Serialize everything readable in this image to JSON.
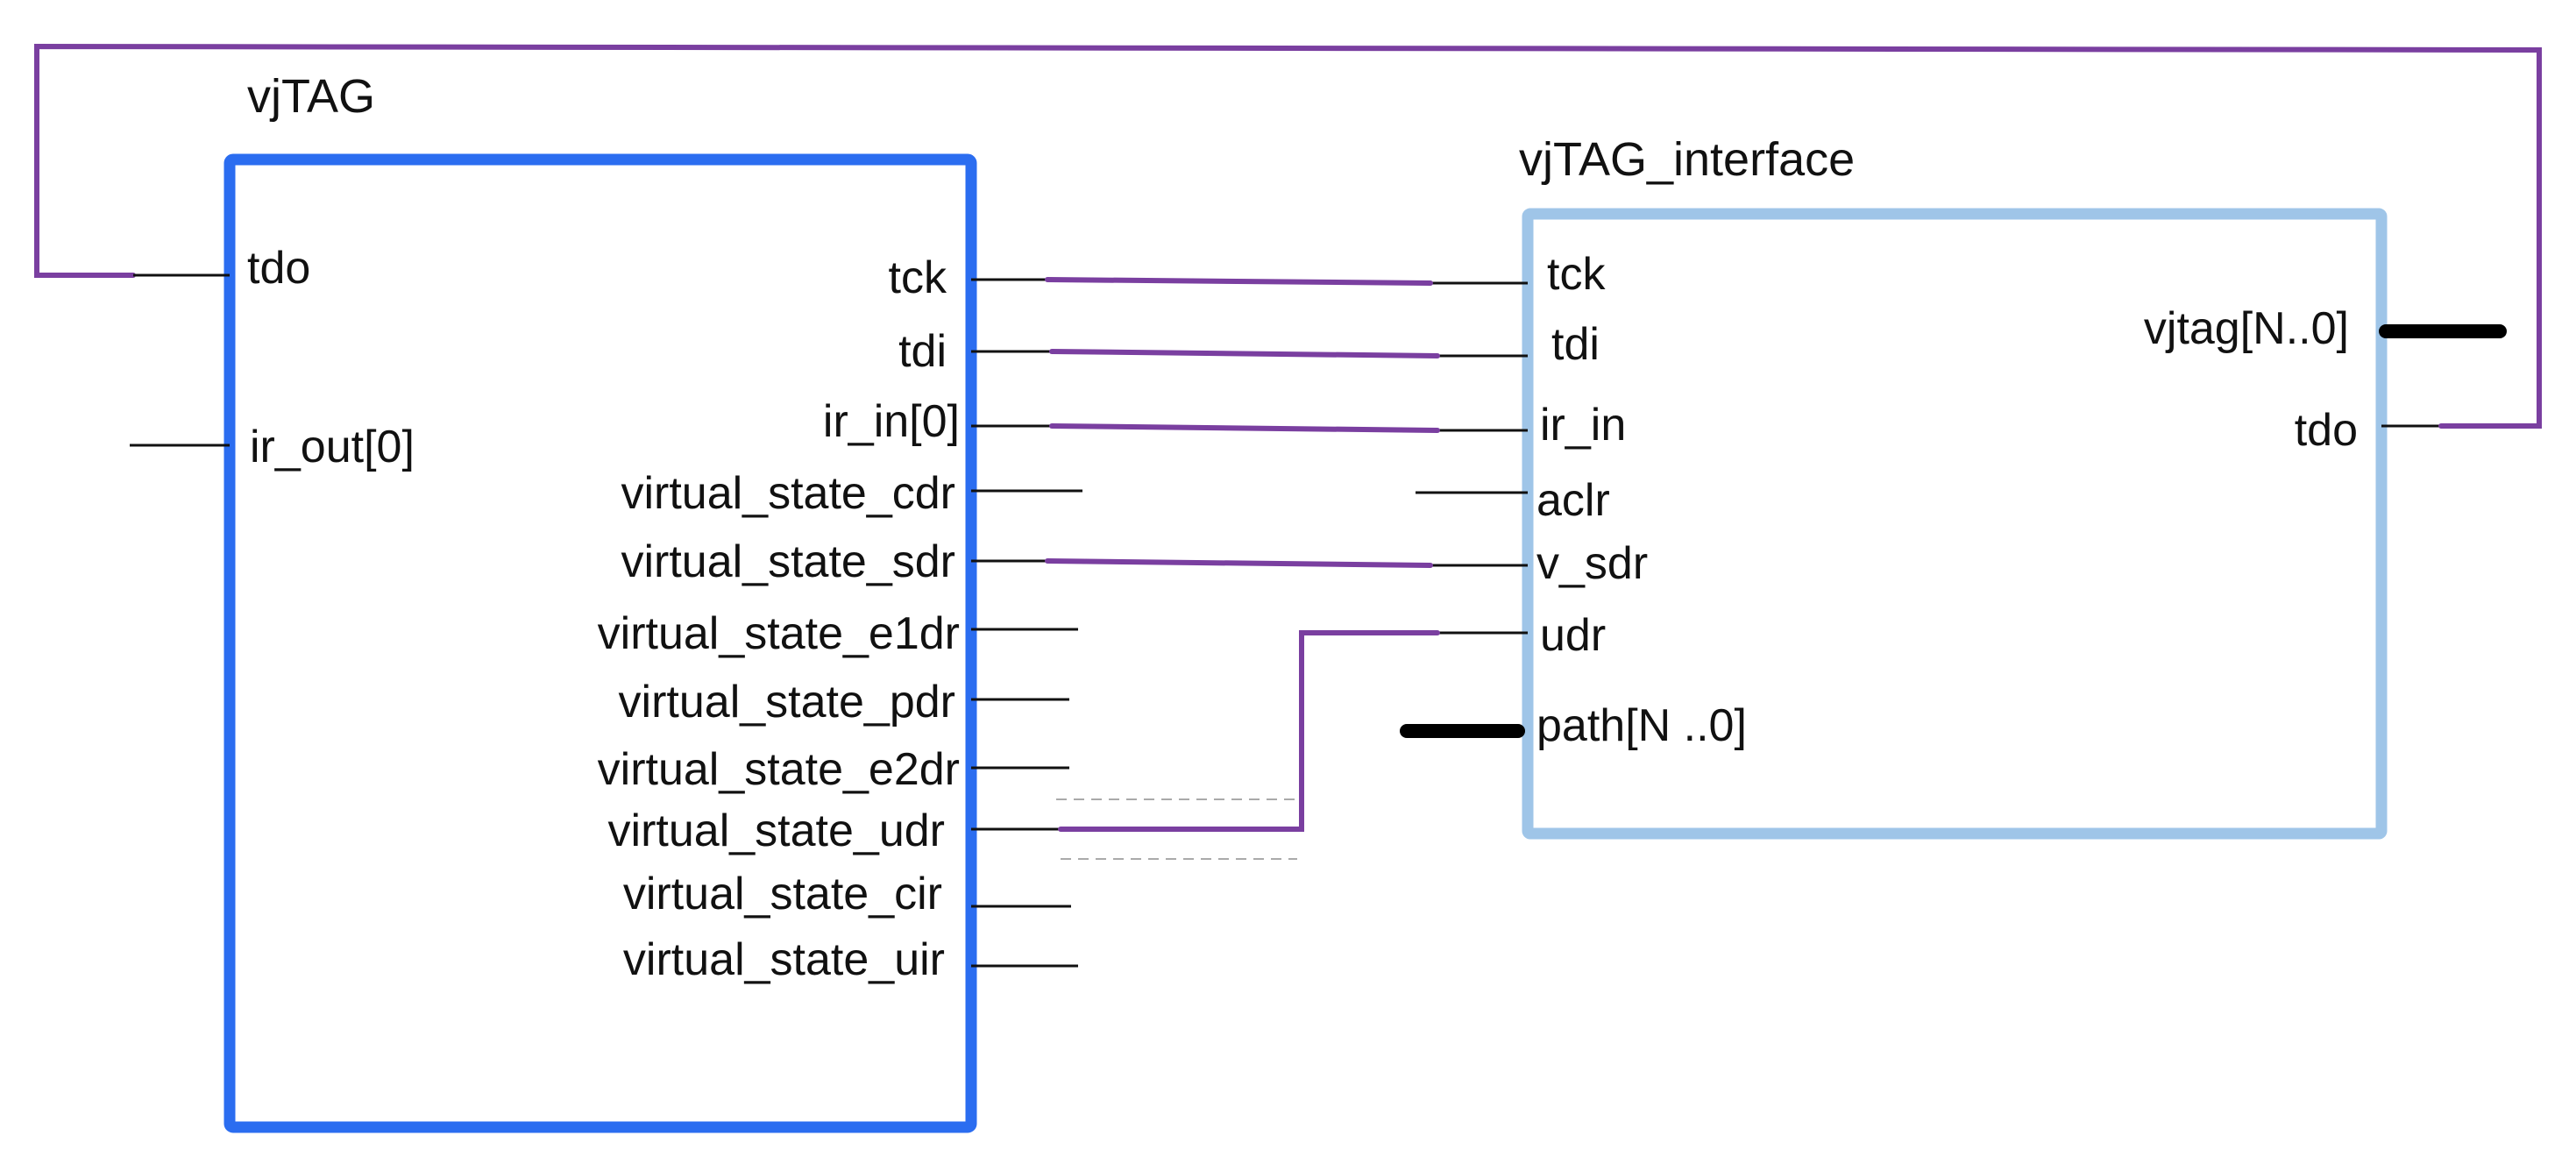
{
  "blocks": {
    "vjtag": {
      "title": "vjTAG",
      "border_color": "#2b6df0",
      "ports_left": {
        "tdo": "tdo",
        "ir_out": "ir_out[0]"
      },
      "ports_right": {
        "tck": "tck",
        "tdi": "tdi",
        "ir_in": "ir_in[0]",
        "cdr": "virtual_state_cdr",
        "sdr": "virtual_state_sdr",
        "e1dr": "virtual_state_e1dr",
        "pdr": "virtual_state_pdr",
        "e2dr": "virtual_state_e2dr",
        "udr": "virtual_state_udr",
        "cir": "virtual_state_cir",
        "uir": "virtual_state_uir"
      }
    },
    "interface": {
      "title": "vjTAG_interface",
      "border_color": "#9fc5e8",
      "ports_left": {
        "tck": "tck",
        "tdi": "tdi",
        "ir_in": "ir_in",
        "aclr": "aclr",
        "v_sdr": "v_sdr",
        "udr": "udr",
        "path": "path[N ..0]"
      },
      "ports_right": {
        "vjtag": "vjtag[N..0]",
        "tdo": "tdo"
      }
    }
  },
  "colors": {
    "wire": "#7a3fa0",
    "bus": "#000000"
  }
}
